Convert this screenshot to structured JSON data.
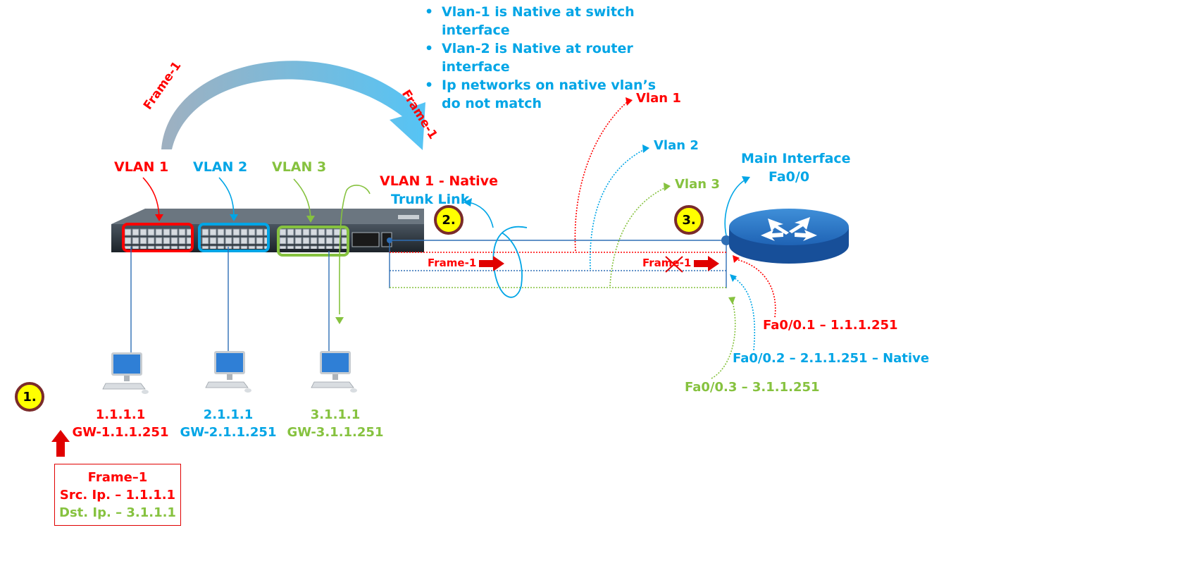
{
  "colors": {
    "red": "#ff0000",
    "blue": "#00a5e6",
    "green": "#86c23f",
    "badge": "#ffff00",
    "badge_border": "#7a2b2b"
  },
  "notes": [
    "Vlan-1 is Native at switch interface",
    "Vlan-2 is Native at router interface",
    "Ip networks on native vlan’s do not match"
  ],
  "arc_labels": {
    "left": "Frame-1",
    "right": "Frame-1"
  },
  "switch": {
    "vlan1_label": "VLAN 1",
    "vlan2_label": "VLAN 2",
    "vlan3_label": "VLAN 3",
    "native_label": "VLAN 1 - Native",
    "trunk_label": "Trunk Link"
  },
  "badges": {
    "one": "1.",
    "two": "2.",
    "three": "3."
  },
  "trunk": {
    "vlan1": "Vlan 1",
    "vlan2": "Vlan 2",
    "vlan3": "Vlan 3",
    "frame_left": "Frame-1",
    "frame_right": "Frame-1"
  },
  "router": {
    "main_line1": "Main Interface",
    "main_line2": "Fa0/0",
    "sub1": "Fa0/0.1 – 1.1.1.251",
    "sub2": "Fa0/0.2 – 2.1.1.251 – Native",
    "sub3": "Fa0/0.3 – 3.1.1.251"
  },
  "hosts": [
    {
      "ip": "1.1.1.1",
      "gw": "GW-1.1.1.251"
    },
    {
      "ip": "2.1.1.1",
      "gw": "GW-2.1.1.251"
    },
    {
      "ip": "3.1.1.1",
      "gw": "GW-3.1.1.251"
    }
  ],
  "frame_box": {
    "title": "Frame–1",
    "src": "Src. Ip. – 1.1.1.1",
    "dst": "Dst. Ip. – 3.1.1.1"
  }
}
